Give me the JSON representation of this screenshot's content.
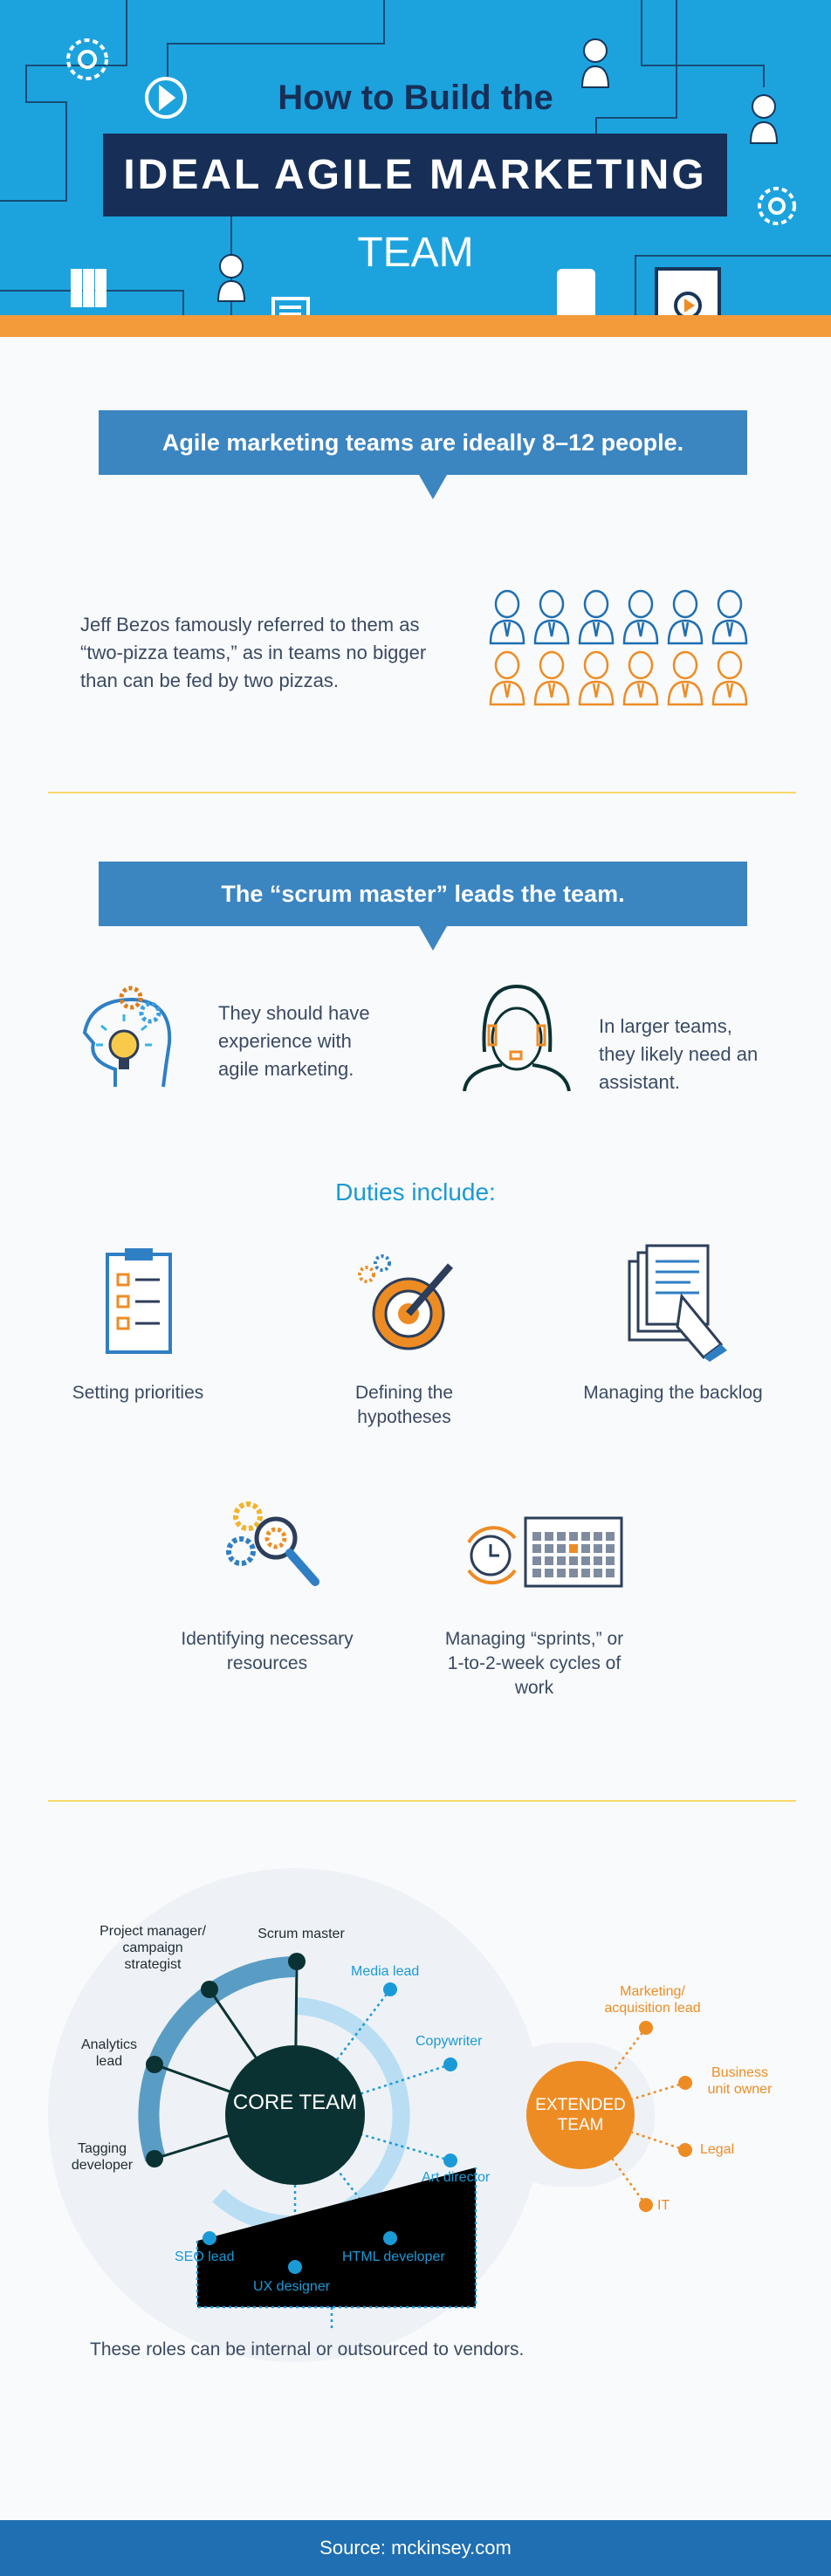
{
  "header": {
    "title_line1": "How to Build the",
    "title_line2": "IDEAL AGILE MARKETING",
    "title_line3": "TEAM"
  },
  "section1": {
    "banner": "Agile marketing teams are ideally 8–12 people.",
    "text": "Jeff Bezos famously referred to them as “two-pizza teams,” as in teams no bigger than can be fed by two pizzas.",
    "people_blue": 6,
    "people_orange": 6
  },
  "section2": {
    "banner": "The “scrum master” leads the team.",
    "experience_text": "They should have experience with agile marketing.",
    "assistant_text": "In larger teams, they likely need an assistant.",
    "duties_title": "Duties include:",
    "duties": [
      {
        "label": "Setting priorities"
      },
      {
        "label": "Defining the hypotheses"
      },
      {
        "label": "Managing the backlog"
      },
      {
        "label": "Identifying necessary resources"
      },
      {
        "label": "Managing “sprints,” or 1-to-2-week cycles of work"
      }
    ]
  },
  "diagram": {
    "core": "CORE TEAM",
    "extended": "EXTENDED TEAM",
    "core_roles": [
      "Scrum master",
      "Project manager/ campaign strategist",
      "Analytics lead",
      "Tagging developer"
    ],
    "support_roles": [
      "Media lead",
      "Copywriter",
      "Art director",
      "HTML developer",
      "UX designer",
      "SEO lead"
    ],
    "extended_roles": [
      "Marketing/ acquisition lead",
      "Business unit owner",
      "Legal",
      "IT"
    ],
    "caption": "These roles can be internal or outsourced to vendors."
  },
  "footer": {
    "source": "Source: mckinsey.com"
  },
  "colors": {
    "header_blue": "#1ca3de",
    "navy": "#172f57",
    "banner_blue": "#3b85c1",
    "orange": "#ee8c24",
    "accent_blue": "#1a9ad6",
    "core_dark": "#0b3232"
  }
}
